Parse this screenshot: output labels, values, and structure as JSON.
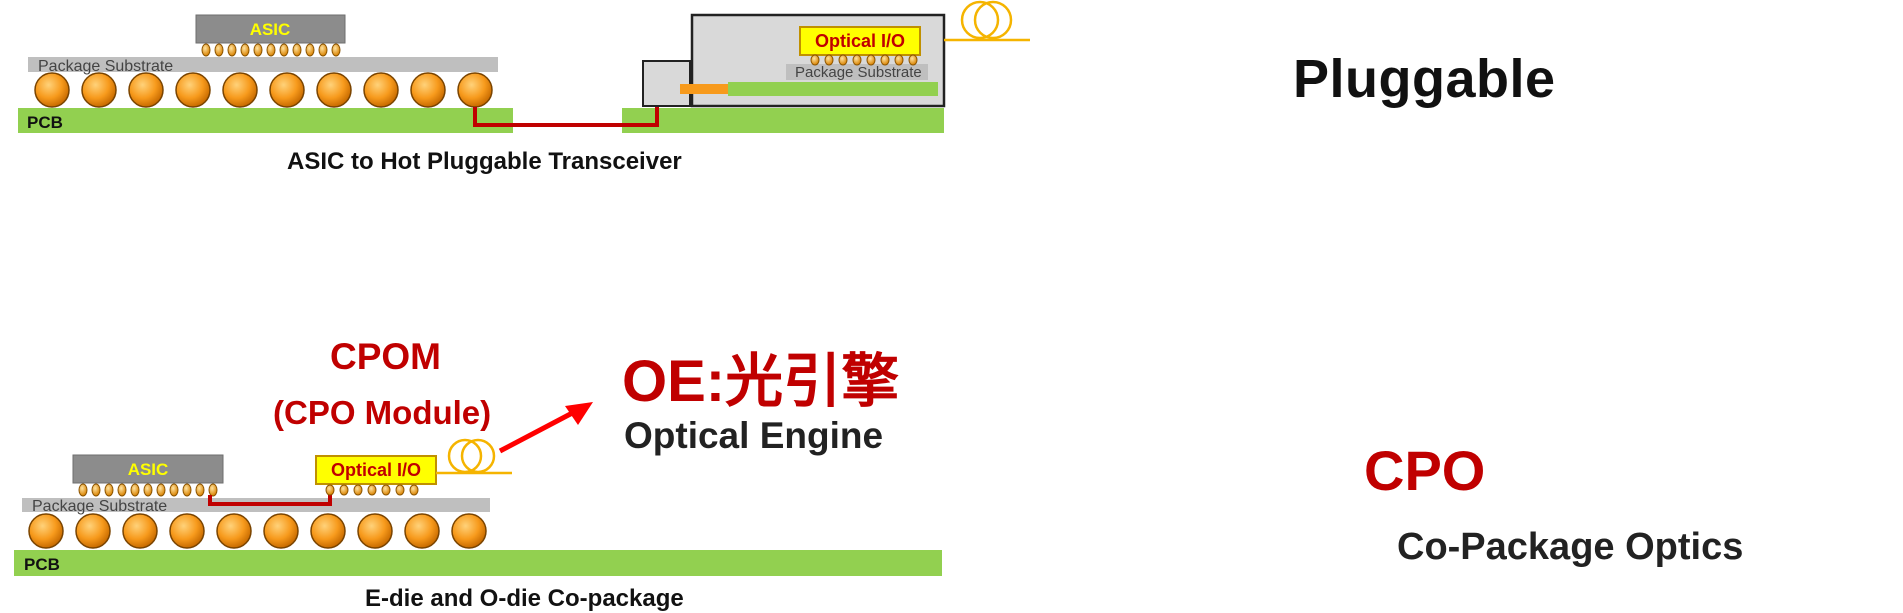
{
  "pluggable": {
    "title": "Pluggable",
    "asic_label": "ASIC",
    "substrate_label": "Package Substrate",
    "pcb_label": "PCB",
    "optical_io_label": "Optical I/O",
    "module_substrate_label": "Package Substrate",
    "caption": "ASIC to Hot Pluggable Transceiver"
  },
  "cpo": {
    "title": "CPO",
    "subtitle": "Co-Package Optics",
    "cpom_label": "CPOM",
    "cpom_sublabel": "(CPO Module)",
    "oe_label": "OE:光引擎",
    "oe_sublabel": "Optical Engine",
    "asic_label": "ASIC",
    "substrate_label": "Package Substrate",
    "pcb_label": "PCB",
    "optical_io_label": "Optical I/O",
    "caption": "E-die and O-die Co-package"
  },
  "colors": {
    "pcb": "#92d050",
    "substrate": "#bfbfbf",
    "chip": "#8c8c8c",
    "ball": "#f79a1c",
    "trace": "#c00000",
    "optical_io_fill": "#ffff00",
    "label_red": "#c00000",
    "asic_text": "#ffff00"
  }
}
